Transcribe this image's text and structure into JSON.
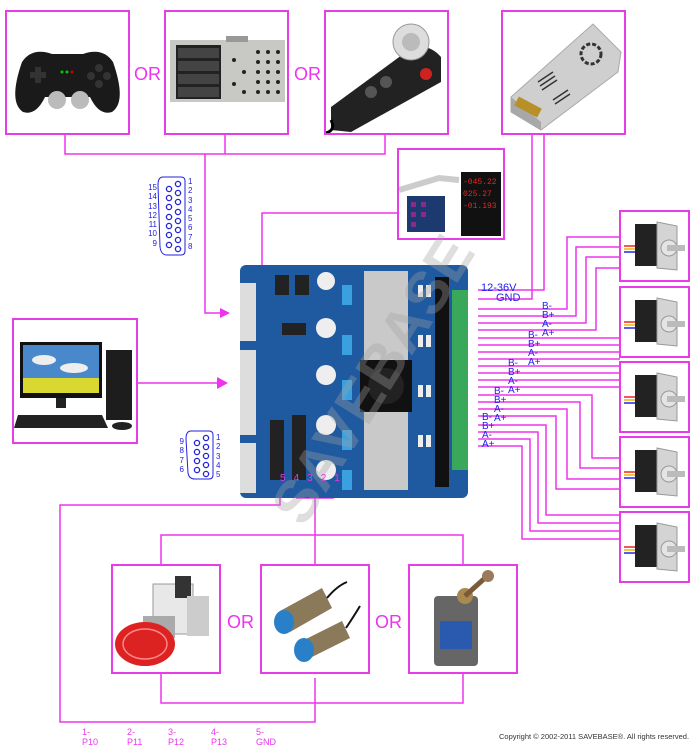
{
  "diagram": {
    "title": "Stepper motor controller wiring diagram",
    "accent_color": "#ee33ee",
    "label_color": "#2222ee",
    "input_devices": [
      {
        "id": "gamepad",
        "label": "Gamepad controller"
      },
      {
        "id": "keypad-dro",
        "label": "Keypad / DRO controller"
      },
      {
        "id": "mpg-pendant",
        "label": "MPG handwheel pendant"
      }
    ],
    "separator_or": "OR",
    "power_supply": {
      "label": "Switching power supply",
      "voltage_label": "12-36V",
      "gnd_label": "GND"
    },
    "display_board": {
      "label": "DRO display board",
      "readouts": [
        "-045.22",
        "025.27",
        "-01.193"
      ]
    },
    "computer": {
      "label": "Desktop computer"
    },
    "controller_board": {
      "label": "Stepper driver board",
      "watermark": "SAVEBASE",
      "header_pins": [
        "5",
        "4",
        "3",
        "2",
        "1"
      ]
    },
    "db15_connector": {
      "left_pins": [
        "15",
        "14",
        "13",
        "12",
        "11",
        "10",
        "9"
      ],
      "right_pins": [
        "1",
        "2",
        "3",
        "4",
        "5",
        "6",
        "7",
        "8"
      ]
    },
    "db9_connector": {
      "left_pins": [
        "9",
        "8",
        "7",
        "6"
      ],
      "right_pins": [
        "1",
        "2",
        "3",
        "4",
        "5"
      ]
    },
    "motor_phases": [
      {
        "labels": [
          "B-",
          "B+",
          "A-",
          "A+"
        ]
      },
      {
        "labels": [
          "B-",
          "B+",
          "A-",
          "A+"
        ]
      },
      {
        "labels": [
          "B-",
          "B+",
          "A-",
          "A+"
        ]
      },
      {
        "labels": [
          "B-",
          "B+",
          "A-",
          "A+"
        ]
      }
    ],
    "motors": [
      {
        "label": "Stepper motor 1"
      },
      {
        "label": "Stepper motor 2"
      },
      {
        "label": "Stepper motor 3"
      },
      {
        "label": "Stepper motor 4"
      },
      {
        "label": "Stepper motor 5"
      }
    ],
    "limit_devices": [
      {
        "id": "estop",
        "label": "Emergency stop button"
      },
      {
        "id": "proximity",
        "label": "Proximity sensors"
      },
      {
        "id": "limit-switch",
        "label": "Limit switch"
      }
    ],
    "input_pin_labels": [
      "1-P10",
      "2-P11",
      "3-P12",
      "4-P13",
      "5-GND"
    ],
    "copyright": "Copyright © 2002-2011 SAVEBASE®. All rights reserved."
  }
}
